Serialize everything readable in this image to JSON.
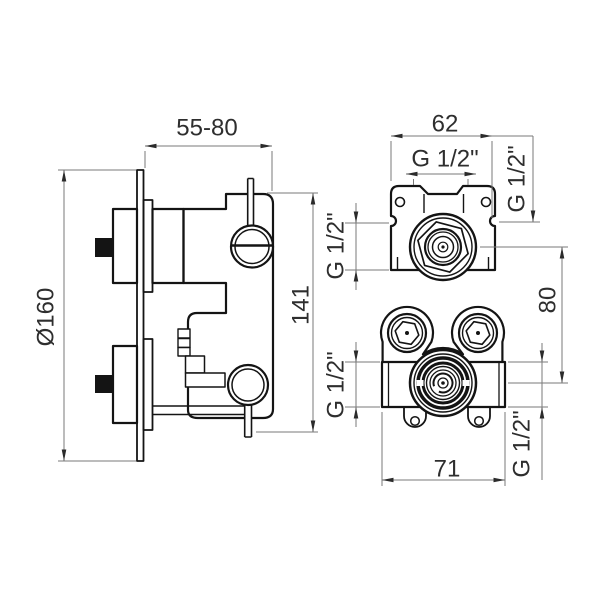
{
  "colors": {
    "background": "#ffffff",
    "line": "#141414",
    "dimension_line": "#7a7a7a",
    "arrow": "#2b2b2b",
    "text": "#2e2e2e"
  },
  "drawing": {
    "type": "technical-installation-drawing",
    "subject": "concealed thermostatic shower valve, side view and front view with dimensions"
  },
  "side_view": {
    "dims": {
      "depth_range": "55-80",
      "plate_diameter": "Ø160",
      "body_height": "141"
    }
  },
  "front_view": {
    "dims": {
      "body_width": "62",
      "top_port_thread": "G 1/2\"",
      "top_right_port_thread": "G 1/2\"",
      "top_left_port_thread": "G 1/2\"",
      "port_vertical_spacing": "80",
      "bottom_left_port_thread": "G 1/2\"",
      "bottom_right_port_thread": "G 1/2\"",
      "bottom_body_width": "71"
    }
  }
}
